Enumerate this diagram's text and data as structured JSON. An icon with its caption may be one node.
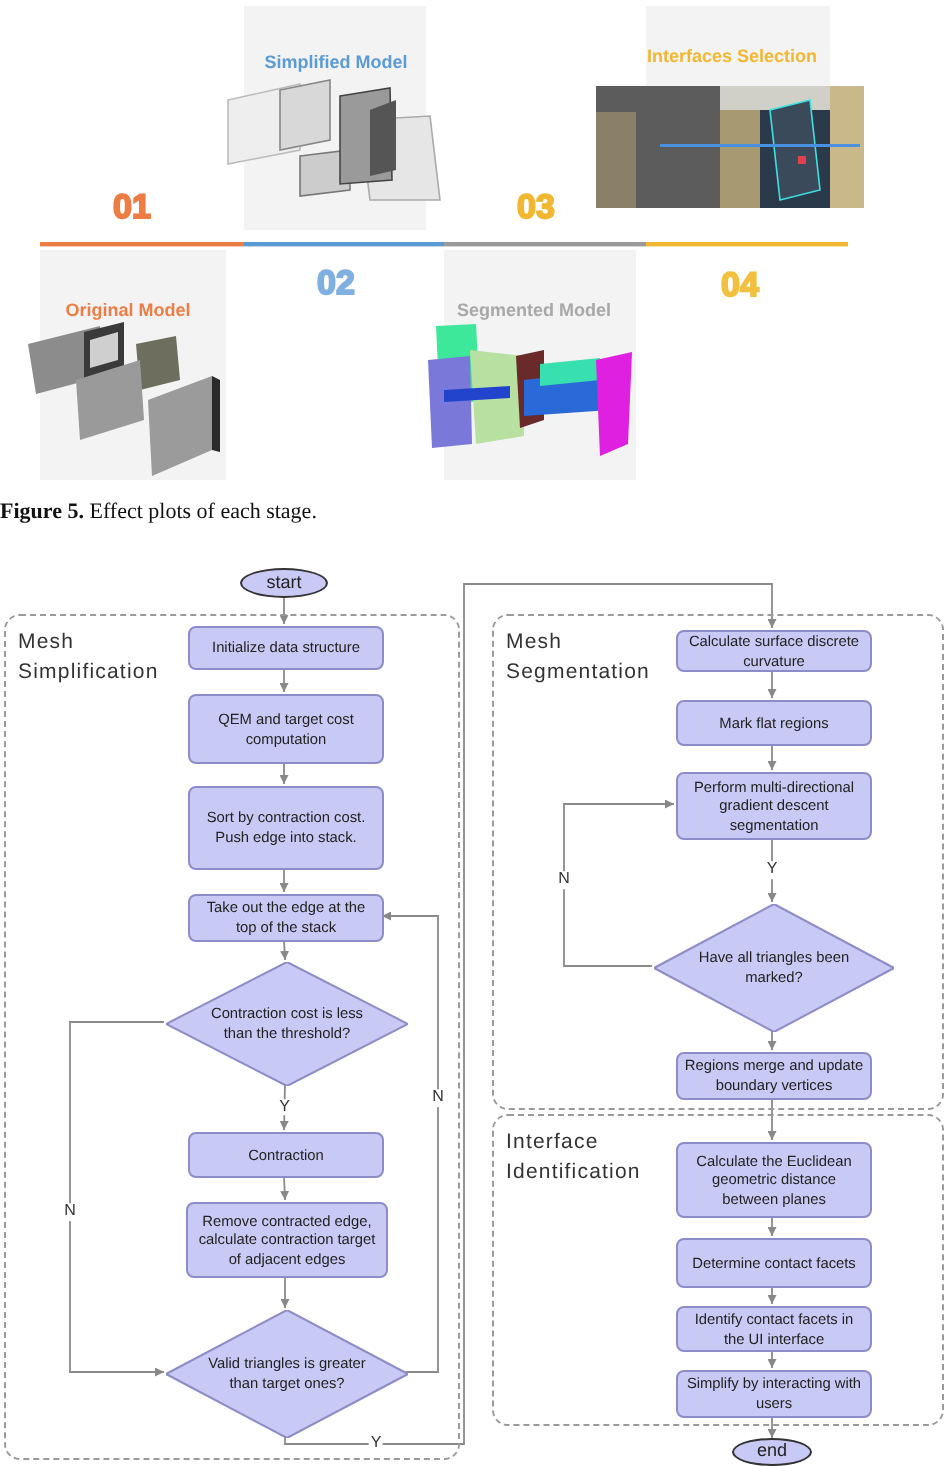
{
  "diagram": {
    "caption": "**Figure 5.** Effect plots of each stage.",
    "nodes": [
      {
        "text": [
          "start"
        ]
      },
      {
        "text": [
          "Mesh Simplification"
        ]
      },
      {
        "text": [
          "Initialize data structure"
        ],
        "in": 1
      },
      {
        "text": [
          "QEM and target cost computation"
        ],
        "in": 1
      },
      {
        "text": [
          "Sort by contraction cost. Push edge into stack."
        ],
        "in": 1
      },
      {
        "text": [
          "Take out the edge at the top of the stack"
        ],
        "in": 1
      },
      {
        "text": [
          "Contraction cost is less than the threshold?"
        ],
        "in": 1
      },
      {
        "text": [
          "Contraction"
        ],
        "in": 1
      },
      {
        "text": [
          "Remove contracted edge, calculate contraction target of adjacent edges"
        ],
        "in": 1
      },
      {
        "text": [
          "Valid triangles is greater than target ones?"
        ],
        "in": 1
      },
      {
        "text": [
          "Mesh Segmentation"
        ]
      },
      {
        "text": [
          "Calculate surface discrete curvature"
        ],
        "in": 10
      },
      {
        "text": [
          "Mark flat regions"
        ],
        "in": 10
      },
      {
        "text": [
          "Perform multi-directional gradient descent segmentation"
        ],
        "in": 10
      },
      {
        "text": [
          "Have all triangles been marked?"
        ],
        "in": 10
      },
      {
        "text": [
          "Regions merge and update boundary vertices"
        ],
        "in": 10
      },
      {
        "text": [
          "Interface Identification"
        ]
      },
      {
        "text": [
          "Calculate the Euclidean geometric distance between planes"
        ],
        "in": 16
      },
      {
        "text": [
          "Determine contact facets"
        ],
        "in": 16
      },
      {
        "text": [
          "Identify contact facets in the UI interface"
        ],
        "in": 16
      },
      {
        "text": [
          "Simplify by interacting with users"
        ],
        "in": 16
      },
      {
        "text": [
          "end"
        ]
      }
    ],
    "edges": [
      {
        "from": 0,
        "to": 2,
        "arrow": "to"
      },
      {
        "from": 2,
        "to": 3,
        "arrow": "to"
      },
      {
        "from": 3,
        "to": 4,
        "arrow": "to"
      },
      {
        "from": 4,
        "to": 5,
        "arrow": "to"
      },
      {
        "from": 5,
        "to": 6,
        "arrow": "to"
      },
      {
        "from": 6,
        "to": 7,
        "arrow": "to",
        "label": "Y"
      },
      {
        "from": 7,
        "to": 8,
        "arrow": "to"
      },
      {
        "from": 8,
        "to": 9,
        "arrow": "to"
      },
      {
        "from": 6,
        "to": 9,
        "arrow": "to",
        "label": "N"
      },
      {
        "from": 9,
        "to": 5,
        "arrow": "to",
        "label": "N"
      },
      {
        "from": 9,
        "to": 11,
        "arrow": "to",
        "label": "Y"
      },
      {
        "from": 11,
        "to": 12,
        "arrow": "to"
      },
      {
        "from": 12,
        "to": 13,
        "arrow": "to"
      },
      {
        "from": 13,
        "to": 14,
        "arrow": "to",
        "label": "Y"
      },
      {
        "from": 14,
        "to": 13,
        "arrow": "to",
        "label": "N"
      },
      {
        "from": 14,
        "to": 15,
        "arrow": "to"
      },
      {
        "from": 15,
        "to": 17,
        "arrow": "to"
      },
      {
        "from": 17,
        "to": 18,
        "arrow": "to"
      },
      {
        "from": 18,
        "to": 19,
        "arrow": "to"
      },
      {
        "from": 19,
        "to": 20,
        "arrow": "to"
      },
      {
        "from": 20,
        "to": 21,
        "arrow": "to"
      }
    ],
    "labels": [
      "Simplified Model",
      "Interfaces Selection",
      "01",
      "03",
      "02",
      "04",
      "Original Model",
      "Segmented Model"
    ]
  }
}
